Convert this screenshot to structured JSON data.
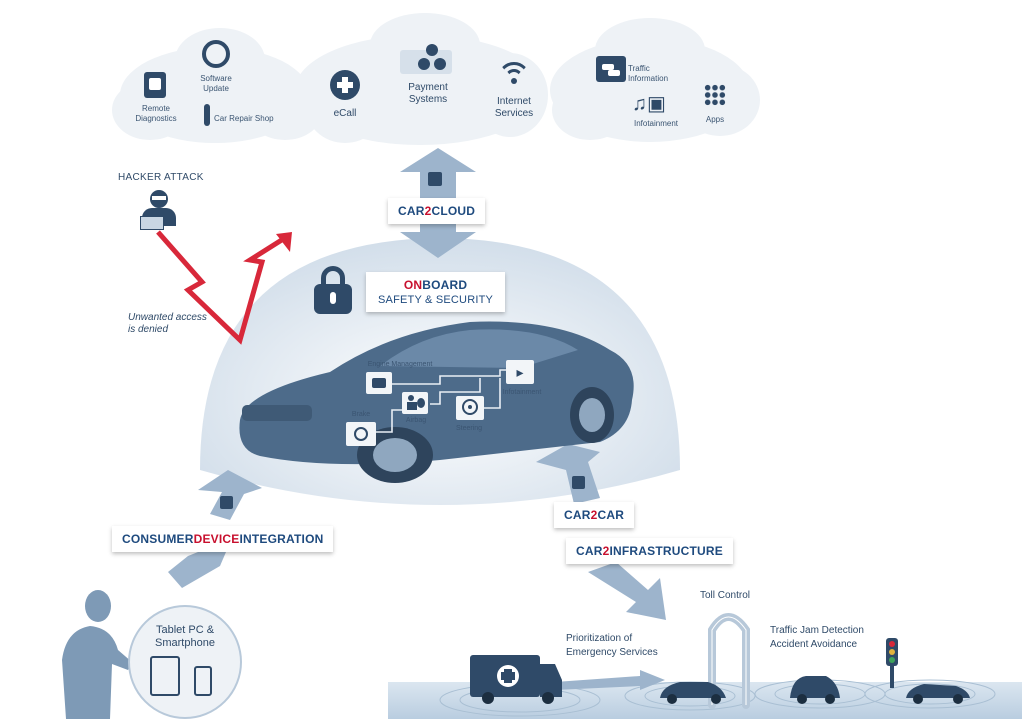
{
  "cloud": {
    "remote_diagnostics": "Remote Diagnostics",
    "software_update": "Software Update",
    "car_repair_shop": "Car Repair Shop",
    "ecall": "eCall",
    "payment_systems": "Payment Systems",
    "internet_services": "Internet Services",
    "traffic_information": "Traffic Information",
    "infotainment": "Infotainment",
    "apps": "Apps"
  },
  "hacker": {
    "title": "HACKER ATTACK",
    "denied": "Unwanted access is denied"
  },
  "tags": {
    "car2cloud_a": "CAR",
    "car2cloud_b": "2",
    "car2cloud_c": "CLOUD",
    "onboard_a": "ON",
    "onboard_b": "BOARD",
    "onboard_sub": "SAFETY & SECURITY",
    "consumer_a": "CONSUMER",
    "consumer_b": "DEVICE",
    "consumer_c": "INTEGRATION",
    "car2car_a": "CAR",
    "car2car_b": "2",
    "car2car_c": "CAR",
    "car2infra_a": "CAR",
    "car2infra_b": "2",
    "car2infra_c": "INFRASTRUCTURE"
  },
  "car": {
    "engine_management": "Engine Management",
    "infotainment": "Infotainment",
    "brake": "Brake",
    "airbag": "Airbag",
    "steering": "Steering"
  },
  "consumer": {
    "devices": "Tablet PC & Smartphone"
  },
  "road": {
    "toll_control": "Toll Control",
    "emergency": "Prioritization of Emergency Services",
    "traffic_jam": "Traffic Jam Detection Accident Avoidance"
  },
  "colors": {
    "navy": "#1e4a7e",
    "accent_red": "#c8102e",
    "arrow_blue": "#9db4cc",
    "dome": "#d9e4ef",
    "cloud": "#eef2f6",
    "road": "#c5d6e6"
  }
}
